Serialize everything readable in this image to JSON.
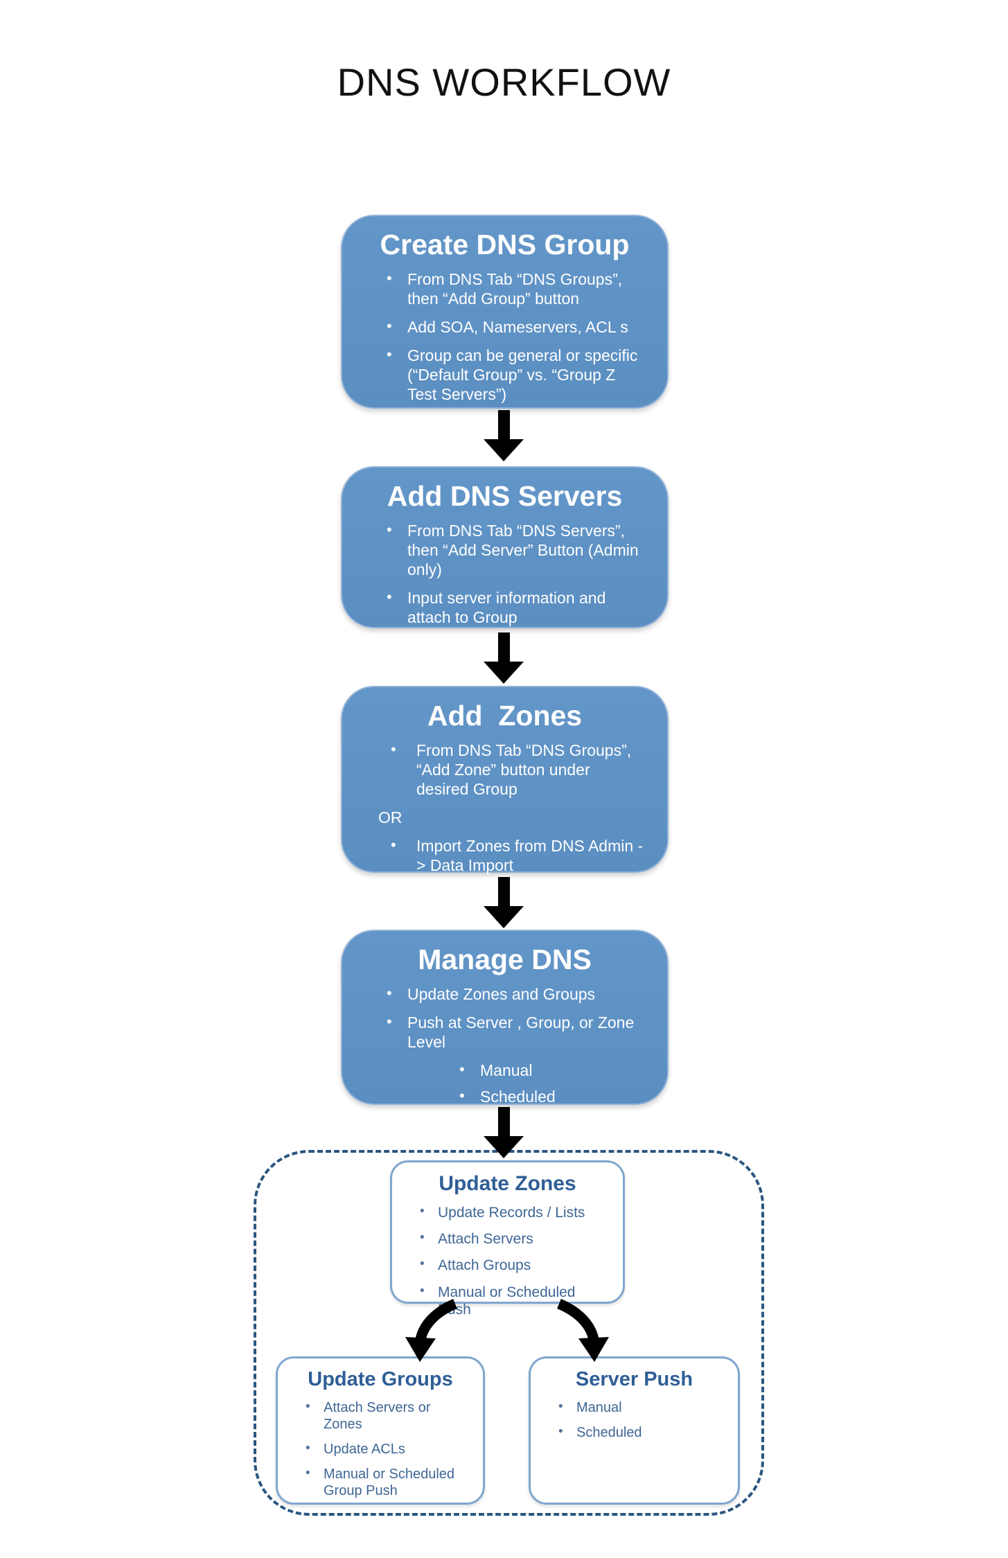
{
  "title": "DNS WORKFLOW",
  "colors": {
    "step_fill": "#5e92c4",
    "step_text": "#ffffff",
    "sub_box_border": "#7fa6ce",
    "sub_box_title": "#2f5e96",
    "sub_box_text": "#3e6695",
    "dashed_border": "#2a5580",
    "arrow": "#000000"
  },
  "flow": {
    "steps": [
      {
        "title": "Create DNS Group",
        "items": [
          {
            "text": "From DNS Tab “DNS Groups”, then “Add Group” button"
          },
          {
            "text": "Add SOA, Nameservers, ACL s"
          },
          {
            "text": "Group can be general or specific (“Default Group” vs. “Group Z Test Servers”)"
          }
        ]
      },
      {
        "title": "Add DNS Servers",
        "items": [
          {
            "text": "From DNS Tab “DNS Servers”, then “Add Server” Button (Admin only)"
          },
          {
            "text": "Input server information and attach to Group"
          }
        ]
      },
      {
        "title": "Add  Zones",
        "items": [
          {
            "text": "From DNS Tab “DNS Groups”, “Add Zone” button under desired Group"
          },
          {
            "text": "OR"
          },
          {
            "text": "Import Zones from DNS Admin -> Data Import"
          }
        ]
      },
      {
        "title": "Manage DNS",
        "items": [
          {
            "text": "Update Zones and Groups"
          },
          {
            "text": "Push at Server , Group, or Zone Level"
          },
          {
            "text": "Manual"
          },
          {
            "text": "Scheduled"
          }
        ]
      }
    ]
  },
  "detail_group": {
    "update_zones": {
      "title": "Update Zones",
      "items": [
        "Update Records / Lists",
        "Attach Servers",
        "Attach Groups",
        "Manual or Scheduled Push"
      ]
    },
    "update_groups": {
      "title": "Update Groups",
      "items": [
        "Attach Servers or Zones",
        "Update ACLs",
        "Manual or Scheduled Group Push"
      ]
    },
    "server_push": {
      "title": "Server Push",
      "items": [
        "Manual",
        "Scheduled"
      ]
    }
  }
}
